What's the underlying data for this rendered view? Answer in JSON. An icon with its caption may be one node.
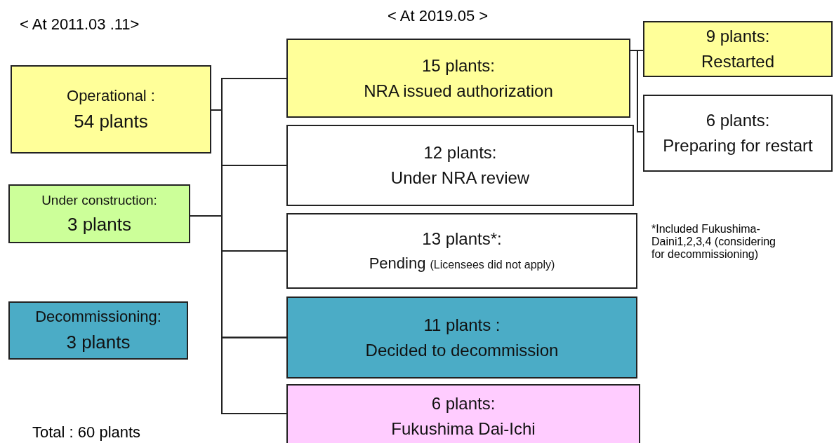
{
  "diagram": {
    "nodes": [
      {
        "text": [
          "Operational :",
          "54 plants"
        ]
      },
      {
        "text": [
          "Under construction:",
          "3 plants"
        ]
      },
      {
        "text": [
          "Decommissioning:",
          "3 plants"
        ]
      },
      {
        "text": [
          "15 plants:",
          "NRA issued authorization"
        ]
      },
      {
        "text": [
          "12 plants:",
          "Under NRA review"
        ]
      },
      {
        "text": [
          "13 plants*:",
          "Pending",
          "(Licensees did not apply)"
        ],
        "beside": [
          "*Included Fukushima-Daini1,2,3,4 (considering for decommissioning)"
        ]
      },
      {
        "text": [
          "11 plants :",
          "Decided to decommission"
        ]
      },
      {
        "text": [
          "6 plants:",
          "Fukushima Dai-Ichi"
        ]
      },
      {
        "text": [
          "9 plants:",
          "Restarted"
        ]
      },
      {
        "text": [
          "6 plants:",
          "Preparing for restart"
        ]
      }
    ],
    "edges": [
      {
        "from": 0,
        "to": 3,
        "arrow": "none"
      },
      {
        "from": 0,
        "to": 4,
        "arrow": "none"
      },
      {
        "from": 0,
        "to": 5,
        "arrow": "none"
      },
      {
        "from": 0,
        "to": 6,
        "arrow": "none"
      },
      {
        "from": 0,
        "to": 7,
        "arrow": "none"
      },
      {
        "from": 1,
        "to": 3,
        "arrow": "none"
      },
      {
        "from": 1,
        "to": 4,
        "arrow": "none"
      },
      {
        "from": 1,
        "to": 5,
        "arrow": "none"
      },
      {
        "from": 1,
        "to": 6,
        "arrow": "none"
      },
      {
        "from": 1,
        "to": 7,
        "arrow": "none"
      },
      {
        "from": 3,
        "to": 8,
        "arrow": "none"
      },
      {
        "from": 3,
        "to": 9,
        "arrow": "none"
      }
    ],
    "labels": [
      "< At 2011.03 .11>",
      "< At 2019.05 >",
      "Total : 60 plants"
    ]
  }
}
